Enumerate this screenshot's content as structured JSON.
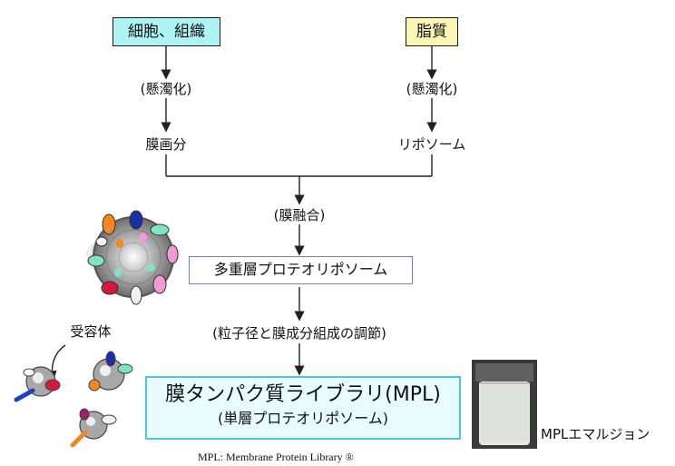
{
  "top_left_box": "細胞、組織",
  "top_right_box": "脂質",
  "suspend_left": "(懸濁化)",
  "suspend_right": "(懸濁化)",
  "membrane_fraction": "膜画分",
  "liposome": "リポソーム",
  "membrane_fusion": "(膜融合)",
  "multilayer_box": "多重層プロテオリポソーム",
  "adjustment": "(粒子径と膜成分組成の調節)",
  "receptor_label": "受容体",
  "mpl_title": "膜タンパク質ライブラリ(MPL)",
  "mpl_subtitle": "(単層プロテオリポソーム)",
  "emulsion_label": "MPLエマルジョン",
  "footnote": "MPL: Membrane Protein Library ®"
}
